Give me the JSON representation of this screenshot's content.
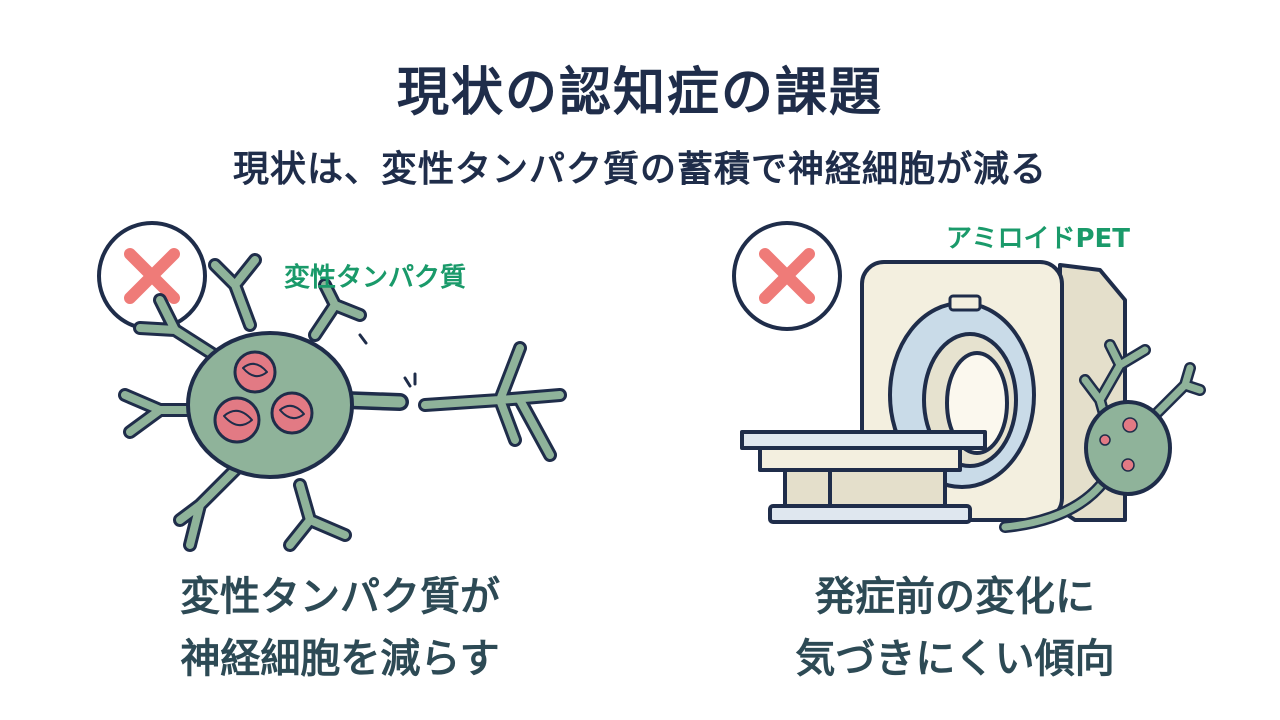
{
  "title": "現状の認知症の課題",
  "subtitle": "現状は、変性タンパク質の蓄積で神経細胞が減る",
  "left": {
    "label": "変性タンパク質",
    "caption_line1": "変性タンパク質が",
    "caption_line2": "神経細胞を減らす"
  },
  "right": {
    "label": "アミロイドPET",
    "caption_line1": "発症前の変化に",
    "caption_line2": "気づきにくい傾向"
  },
  "colors": {
    "navy": "#1f2d4a",
    "green_label": "#1a9a6a",
    "cross": "#ef7b78",
    "neuron": "#8fb39a",
    "protein": "#e27a84",
    "scanner_body": "#f3efdf",
    "scanner_ring": "#c9dbe8"
  }
}
